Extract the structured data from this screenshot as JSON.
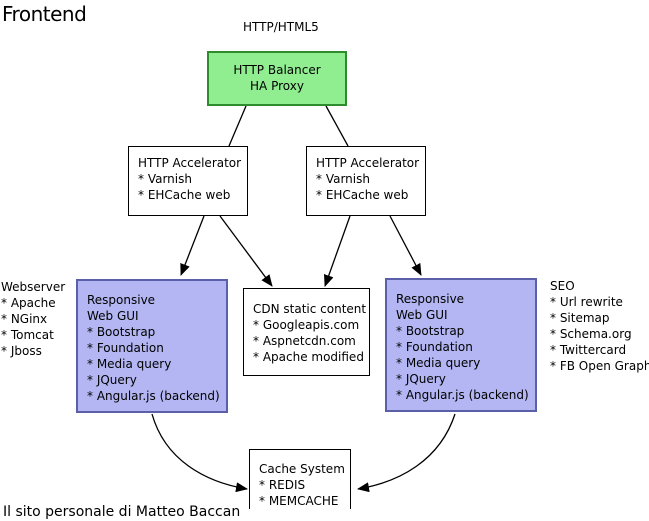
{
  "title": "Frontend",
  "subtitle": "HTTP/HTML5",
  "balancer": {
    "lines": [
      "HTTP Balancer",
      "HA Proxy"
    ]
  },
  "accelerators": [
    {
      "lines": [
        "HTTP Accelerator",
        "* Varnish",
        "* EHCache web"
      ]
    },
    {
      "lines": [
        "HTTP Accelerator",
        "* Varnish",
        "* EHCache web"
      ]
    }
  ],
  "web_gui": [
    {
      "lines": [
        "Responsive",
        "Web GUI",
        "* Bootstrap",
        "* Foundation",
        "* Media query",
        "* JQuery",
        "* Angular.js (backend)"
      ]
    },
    {
      "lines": [
        "Responsive",
        "Web GUI",
        "* Bootstrap",
        "* Foundation",
        "* Media query",
        "* JQuery",
        "* Angular.js (backend)"
      ]
    }
  ],
  "cdn": {
    "lines": [
      "CDN static content",
      "* Googleapis.com",
      "* Aspnetcdn.com",
      "* Apache modified"
    ]
  },
  "cache": {
    "lines": [
      "Cache System",
      "* REDIS",
      "* MEMCACHE"
    ]
  },
  "webserver": {
    "lines": [
      "Webserver",
      "* Apache",
      "* NGinx",
      "* Tomcat",
      "* Jboss"
    ]
  },
  "seo": {
    "lines": [
      "SEO",
      "* Url rewrite",
      "* Sitemap",
      "* Schema.org",
      "* Twittercard",
      "* FB Open Graph"
    ]
  },
  "footer": "Il sito personale di Matteo Baccan",
  "colors": {
    "balancer_fill": "#90ee90",
    "balancer_border": "#2e8b2e",
    "gui_fill": "#b3b6f2",
    "gui_border": "#5a5fa8"
  }
}
